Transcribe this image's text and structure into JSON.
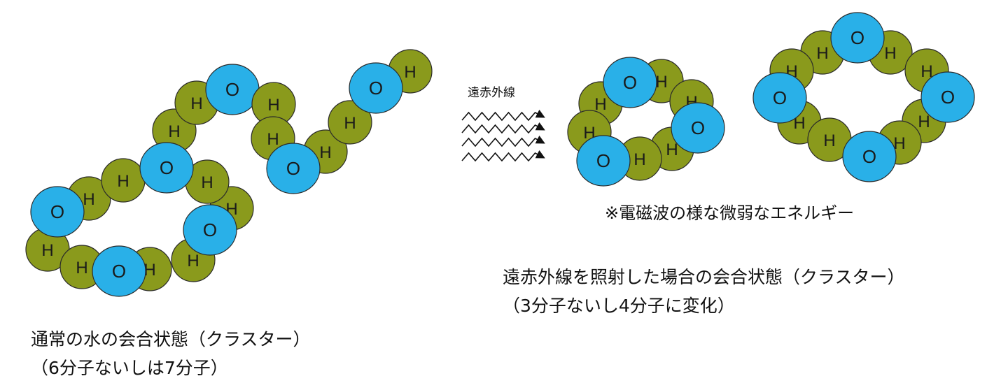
{
  "labels": {
    "far_infrared": "遠赤外線",
    "note": "※電磁波の様な微弱なエネルギー",
    "caption_left_line1": "通常の水の会合状態（クラスター）",
    "caption_left_line2": "（6分子ないしは7分子）",
    "caption_right_line1": "遠赤外線を照射した場合の会合状態（クラスター）",
    "caption_right_line2": "（3分子ないし4分子に変化）"
  },
  "atoms": {
    "hydrogen": "H",
    "oxygen": "O"
  },
  "colors": {
    "hydrogen_fill": "#8a9a1c",
    "oxygen_fill": "#29b0e8",
    "outline": "#2a2a2a",
    "wave": "#111111"
  }
}
